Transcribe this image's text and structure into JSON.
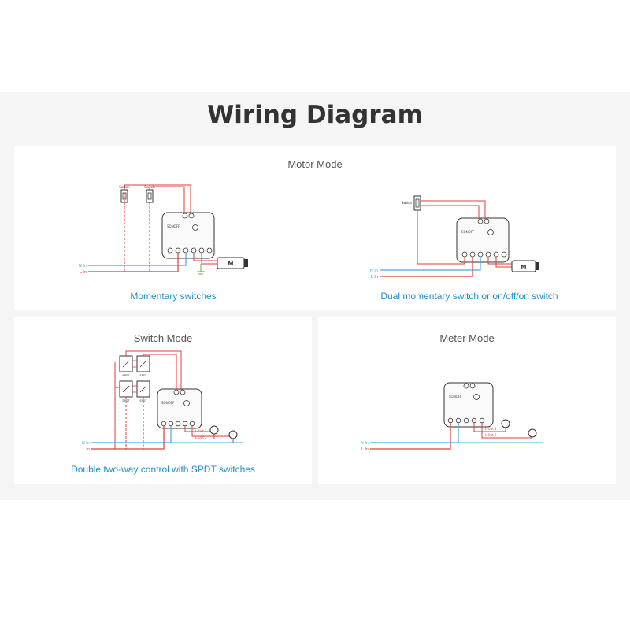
{
  "page": {
    "title": "Wiring Diagram"
  },
  "diagram_labels": {
    "switch": "Switch",
    "spdt": "SPDT",
    "n_in": "N In",
    "l_in": "L In",
    "l_out_1": "L Out 1",
    "l_out_2": "L Out 2",
    "motor": "M",
    "brand": "SONOFF"
  },
  "colors": {
    "live": "#e33b3b",
    "neutral": "#4aa8d8",
    "earth": "#5bb04a",
    "caption": "#1a8fc9",
    "band": "#f5f5f5"
  },
  "sections": {
    "motor": {
      "title": "Motor Mode",
      "panels": [
        {
          "caption": "Momentary switches"
        },
        {
          "caption": "Dual momentary switch or on/off/on switch"
        }
      ]
    },
    "switch": {
      "title": "Switch Mode",
      "caption": "Double two-way control with SPDT switches"
    },
    "meter": {
      "title": "Meter Mode",
      "caption": ""
    }
  }
}
